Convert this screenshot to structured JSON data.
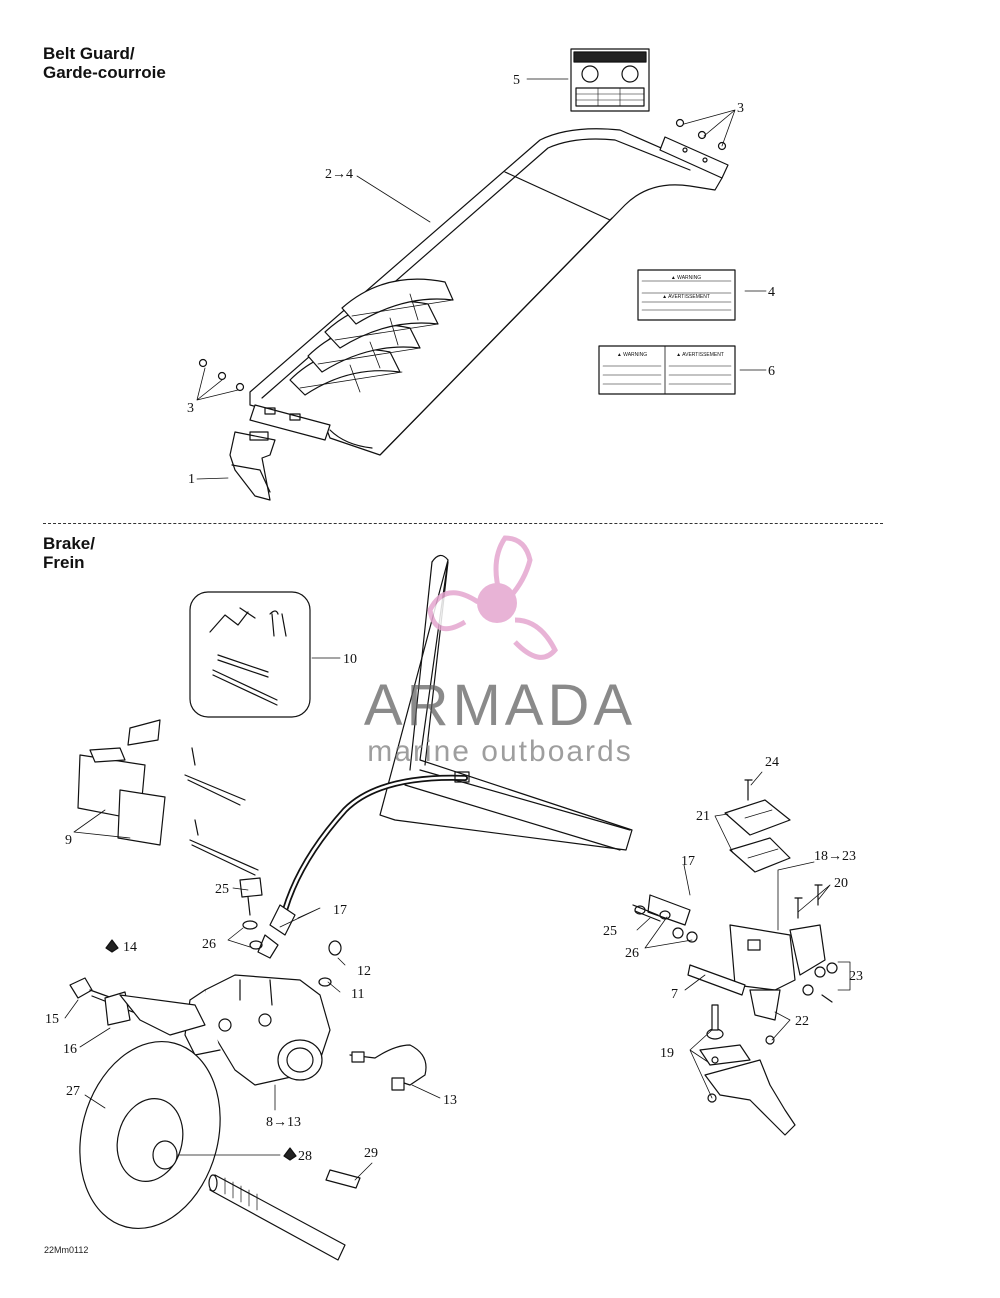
{
  "sections": [
    {
      "title_line1": "Belt Guard/",
      "title_line2": "Garde-courroie"
    },
    {
      "title_line1": "Brake/",
      "title_line2": "Frein"
    }
  ],
  "callouts": {
    "c1": "1",
    "c2_4": "2→4",
    "c3a": "3",
    "c3b": "3",
    "c4": "4",
    "c5": "5",
    "c6": "6",
    "c7": "7",
    "c8_13": "8→13",
    "c9": "9",
    "c10": "10",
    "c11": "11",
    "c12": "12",
    "c13": "13",
    "c14": "14",
    "c15": "15",
    "c16": "16",
    "c17a": "17",
    "c17b": "17",
    "c18_23": "18→23",
    "c19": "19",
    "c20": "20",
    "c21": "21",
    "c22": "22",
    "c23": "23",
    "c24": "24",
    "c25a": "25",
    "c25b": "25",
    "c26a": "26",
    "c26b": "26",
    "c27": "27",
    "c28": "28",
    "c29": "29"
  },
  "figure_code": "22Mm0112",
  "decals": {
    "warning_heading": "▲ WARNING",
    "avertissement_heading": "▲ AVERTISSEMENT"
  },
  "watermark": {
    "brand": "ARMADA",
    "tagline": "marine outboards",
    "color_pink": "#e4a6cf",
    "color_gray": "#5e5e5e",
    "icon": "propeller-icon"
  },
  "colors": {
    "line": "#111111",
    "accent_pink": "#e4a6cf"
  }
}
